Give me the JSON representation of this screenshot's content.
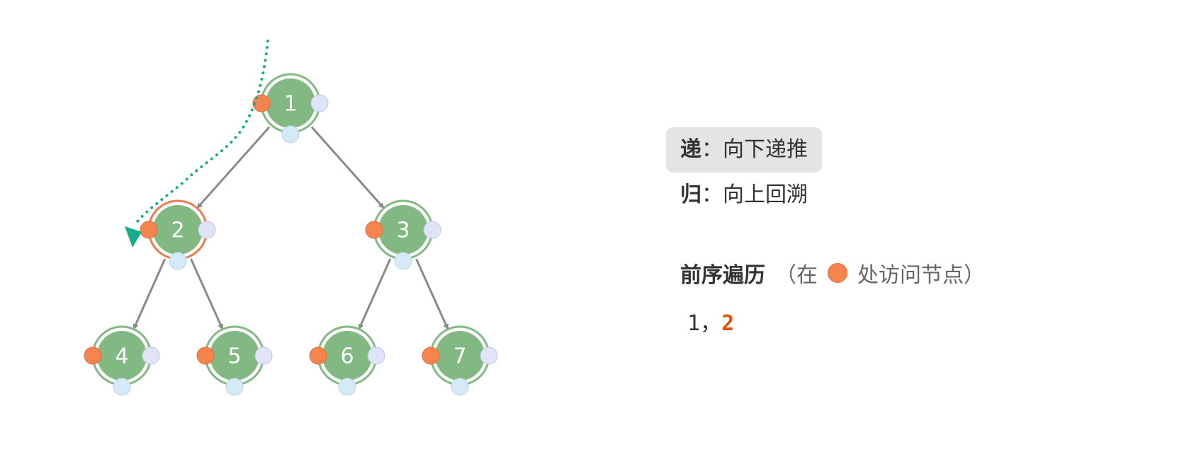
{
  "legend": {
    "recurse": {
      "key": "递",
      "sep": "：",
      "desc": "向下递推"
    },
    "return": {
      "key": "归",
      "sep": "：",
      "desc": "向上回溯"
    }
  },
  "traversal": {
    "name": "前序遍历",
    "note_open": "（在",
    "note_close": "处访问节点）",
    "sequence": [
      {
        "text": "1",
        "current": false
      },
      {
        "text": "，",
        "current": false
      },
      {
        "text": "2",
        "current": true
      }
    ]
  },
  "tree": {
    "nodes": [
      {
        "id": 1,
        "label": "1",
        "highlighted": false
      },
      {
        "id": 2,
        "label": "2",
        "highlighted": true
      },
      {
        "id": 3,
        "label": "3",
        "highlighted": false
      },
      {
        "id": 4,
        "label": "4",
        "highlighted": false
      },
      {
        "id": 5,
        "label": "5",
        "highlighted": false
      },
      {
        "id": 6,
        "label": "6",
        "highlighted": false
      },
      {
        "id": 7,
        "label": "7",
        "highlighted": false
      }
    ],
    "edges": [
      [
        1,
        2
      ],
      [
        1,
        3
      ],
      [
        2,
        4
      ],
      [
        2,
        5
      ],
      [
        3,
        6
      ],
      [
        3,
        7
      ]
    ]
  },
  "colors": {
    "node_fill": "#82b983",
    "node_ring": "#82b983",
    "highlight_ring": "#f07a4a",
    "edge": "#8a8a8a",
    "preorder_dot": "#f5844f",
    "inorder_dot": "#d6e9f7",
    "postorder_dot": "#e1e3f6",
    "path": "#1aab8a",
    "current_text": "#e8520f"
  }
}
